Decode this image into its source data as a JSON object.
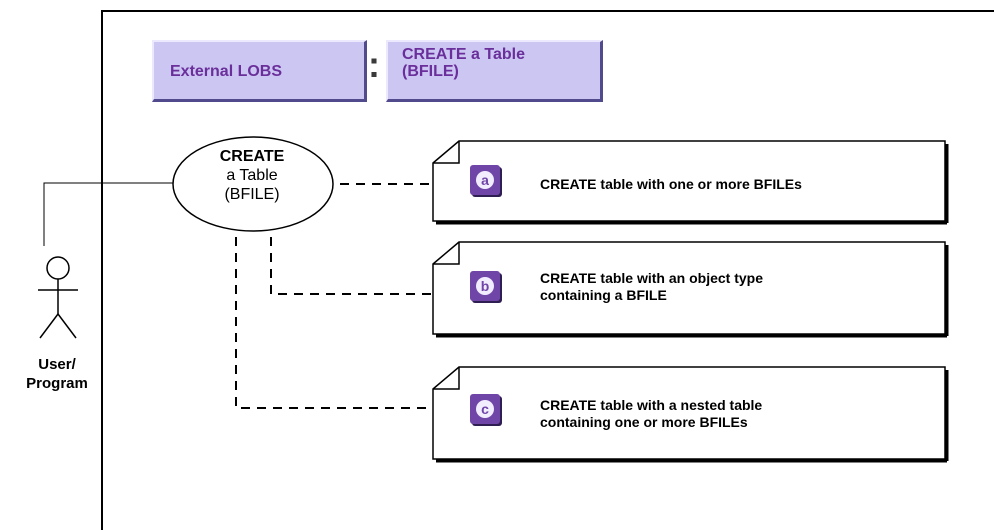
{
  "header": {
    "title_left": "External LOBS",
    "separator": ":",
    "title_right_line1": "CREATE a Table",
    "title_right_line2": "(BFILE)"
  },
  "use_case": {
    "line1": "CREATE",
    "line2": "a Table",
    "line3": "(BFILE)"
  },
  "actor": {
    "line1": "User/",
    "line2": "Program"
  },
  "options": [
    {
      "badge": "a",
      "line1": "CREATE table with one or more BFILEs",
      "line2": ""
    },
    {
      "badge": "b",
      "line1": "CREATE table with an object type",
      "line2": "containing a BFILE"
    },
    {
      "badge": "c",
      "line1": "CREATE table with a nested table",
      "line2": "containing one or more BFILEs"
    }
  ],
  "colors": {
    "header_fill": "#ccc6f3",
    "header_text": "#6a2f9a",
    "badge_fill": "#6f45a8"
  }
}
